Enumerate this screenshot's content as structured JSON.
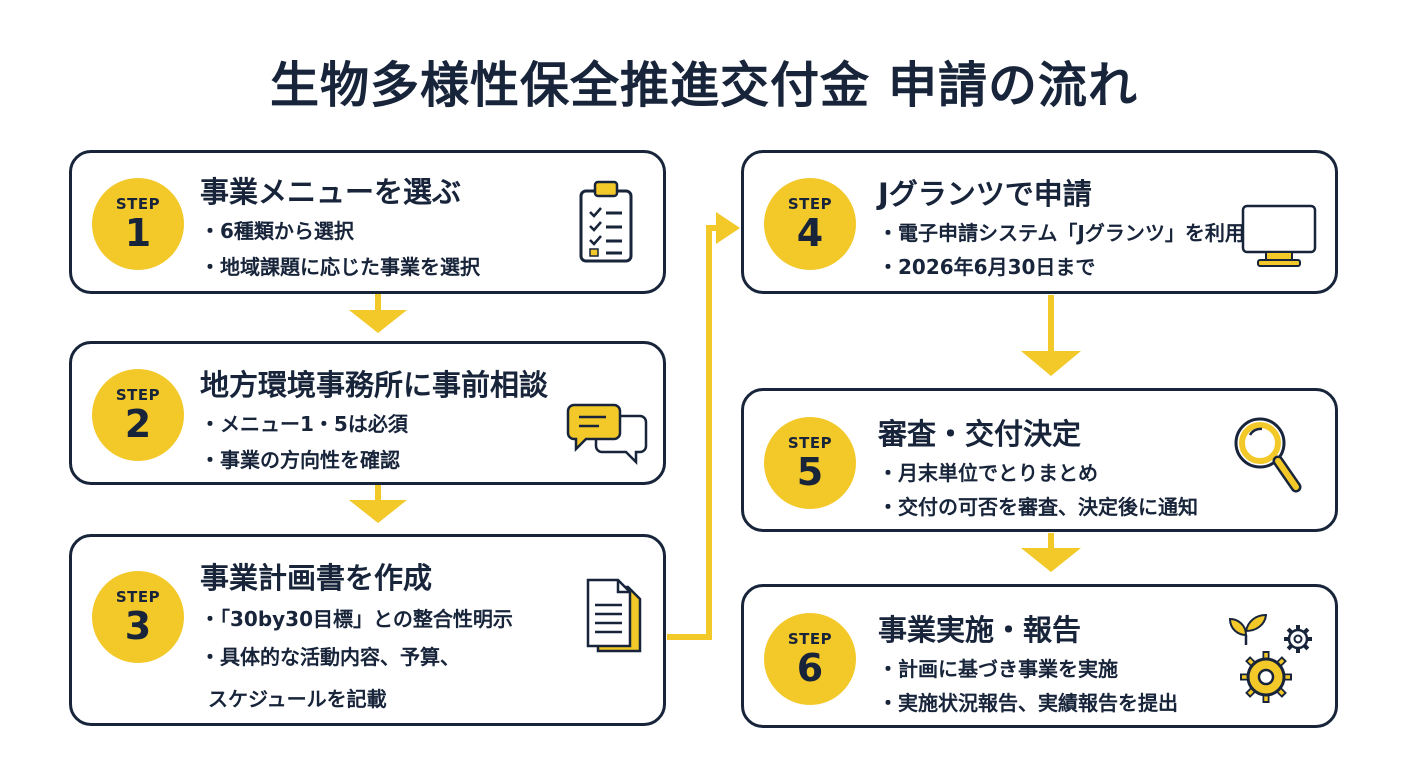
{
  "title": "生物多様性保全推進交付金 申請の流れ",
  "step_label": "STEP",
  "accent_color": "#f3c829",
  "ink_color": "#17243a",
  "steps": [
    {
      "number": "1",
      "heading": "事業メニューを選ぶ",
      "bullets": [
        "・6種類から選択",
        "・地域課題に応じた事業を選択"
      ],
      "icon": "clipboard-checklist-icon"
    },
    {
      "number": "2",
      "heading": "地方環境事務所に事前相談",
      "bullets": [
        "・メニュー1・5は必須",
        "・事業の方向性を確認"
      ],
      "icon": "chat-bubbles-icon"
    },
    {
      "number": "3",
      "heading": "事業計画書を作成",
      "bullets": [
        "・「30by30目標」との整合性明示",
        "・具体的な活動内容、予算、",
        "スケジュールを記載"
      ],
      "icon": "documents-icon"
    },
    {
      "number": "4",
      "heading": "Jグランツで申請",
      "bullets": [
        "・電子申請システム「Jグランツ」を利用",
        "・2026年6月30日まで"
      ],
      "icon": "computer-monitor-icon"
    },
    {
      "number": "5",
      "heading": "審査・交付決定",
      "bullets": [
        "・月末単位でとりまとめ",
        "・交付の可否を審査、決定後に通知"
      ],
      "icon": "magnifier-icon"
    },
    {
      "number": "6",
      "heading": "事業実施・報告",
      "bullets": [
        "・計画に基づき事業を実施",
        "・実施状況報告、実績報告を提出"
      ],
      "icon": "sprout-gears-icon"
    }
  ]
}
